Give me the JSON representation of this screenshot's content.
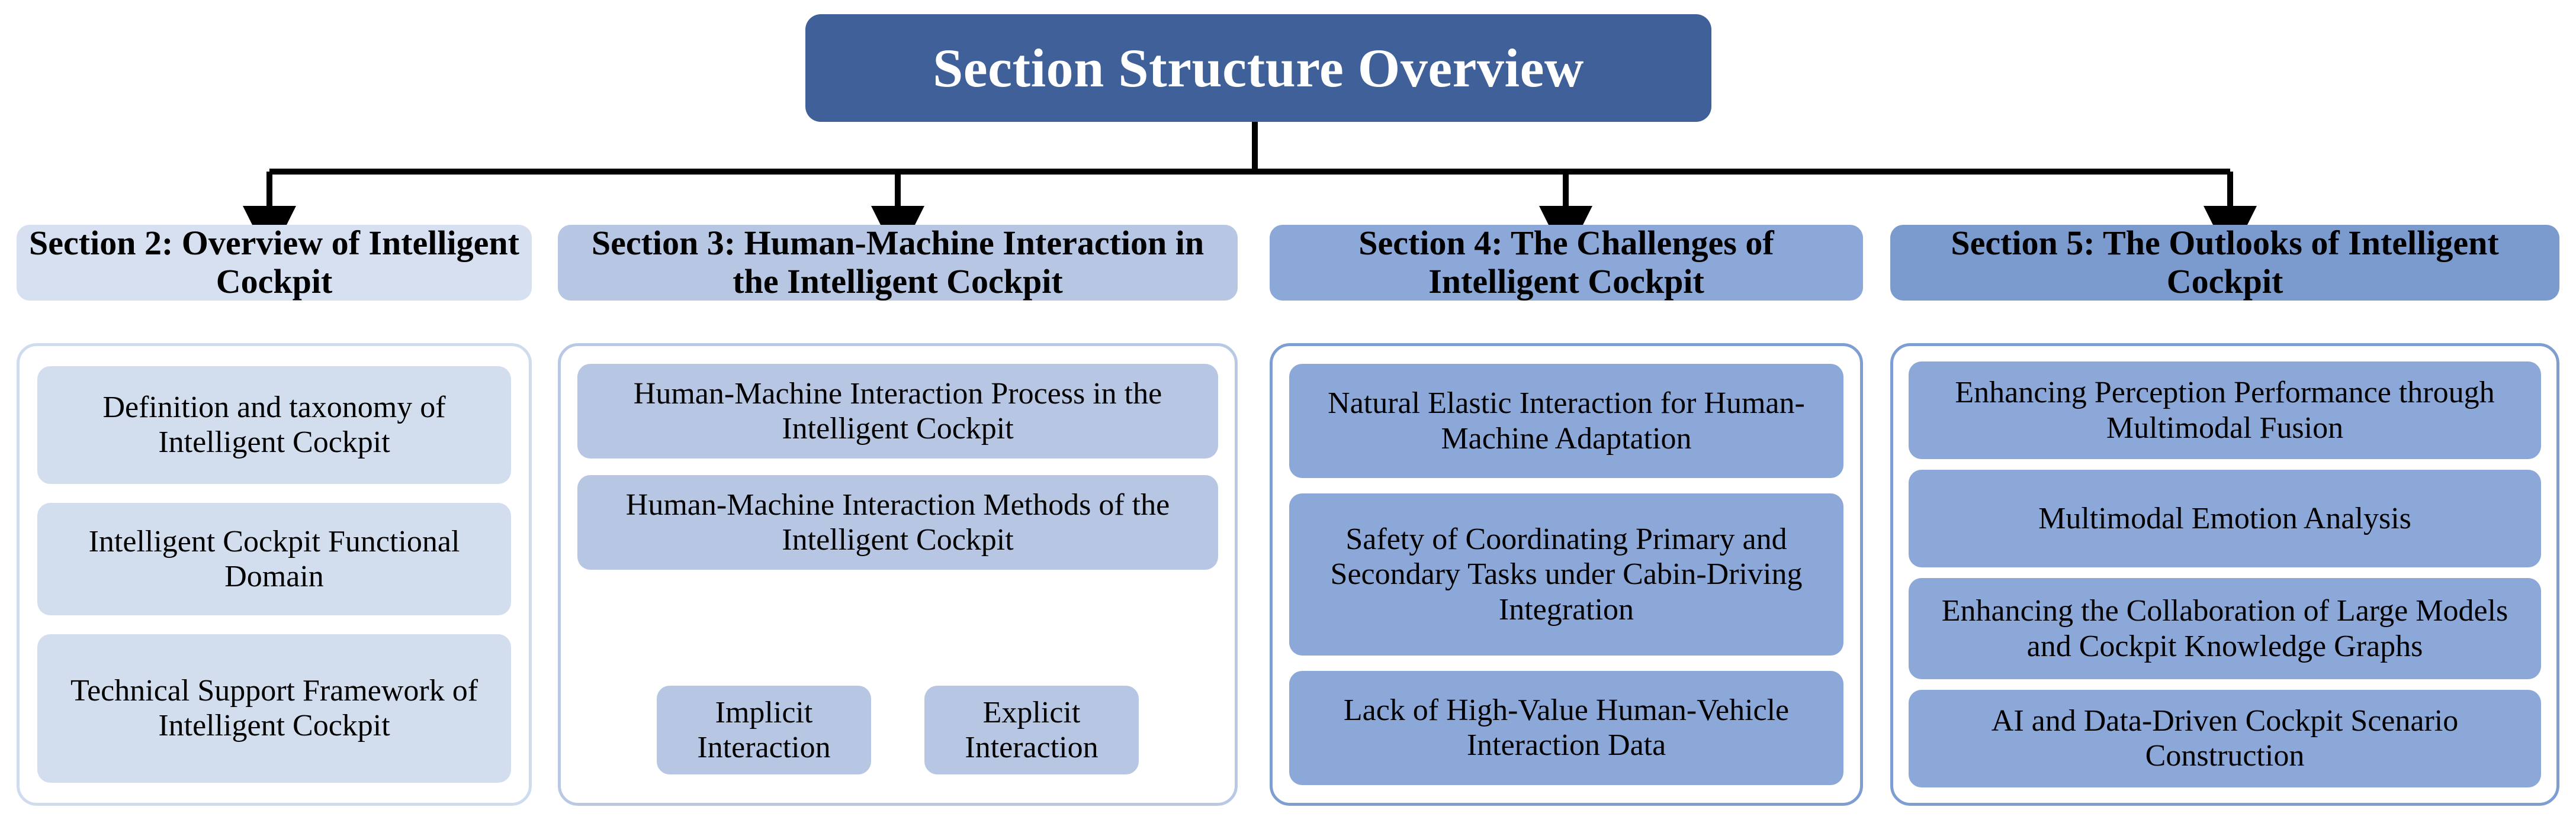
{
  "diagram": {
    "title": "Section Structure Overview",
    "title_color": "#3f6099",
    "title_text_color": "#ffffff"
  },
  "columns": [
    {
      "id": "section-2",
      "header": "Section 2: Overview of Intelligent Cockpit",
      "header_color": "#d6e0f0",
      "item_color": "#d2ddee",
      "border_color": "#cfdcee",
      "items": [
        {
          "label": "Definition and taxonomy of Intelligent Cockpit"
        },
        {
          "label": "Intelligent Cockpit Functional Domain"
        },
        {
          "label": "Technical Support Framework of Intelligent Cockpit"
        }
      ]
    },
    {
      "id": "section-3",
      "header": "Section 3: Human-Machine Interaction in the Intelligent Cockpit",
      "header_color": "#b7c7e3",
      "item_color": "#b7c7e3",
      "border_color": "#b9c9e4",
      "items": [
        {
          "label": "Human-Machine Interaction Process in the Intelligent Cockpit"
        },
        {
          "label": "Human-Machine Interaction Methods of the Intelligent Cockpit"
        }
      ],
      "leaves": [
        {
          "label": "Implicit Interaction"
        },
        {
          "label": "Explicit Interaction"
        }
      ]
    },
    {
      "id": "section-4",
      "header": "Section 4: The Challenges of Intelligent Cockpit",
      "header_color": "#8ca8d8",
      "item_color": "#8ca8d8",
      "border_color": "#7e9ed2",
      "items": [
        {
          "label": "Natural Elastic Interaction for Human-Machine Adaptation"
        },
        {
          "label": "Safety of Coordinating Primary and Secondary Tasks under Cabin-Driving Integration"
        },
        {
          "label": "Lack of High-Value Human-Vehicle Interaction Data"
        }
      ]
    },
    {
      "id": "section-5",
      "header": "Section 5: The Outlooks of Intelligent Cockpit",
      "header_color": "#7b9acd",
      "item_color": "#8ca8d8",
      "border_color": "#7e9ed2",
      "items": [
        {
          "label": "Enhancing Perception Performance through Multimodal Fusion"
        },
        {
          "label": "Multimodal Emotion Analysis"
        },
        {
          "label": "Enhancing the Collaboration of Large Models and Cockpit Knowledge Graphs"
        },
        {
          "label": "AI and Data-Driven Cockpit Scenario Construction"
        }
      ]
    }
  ],
  "connectors": {
    "line_color": "#000000"
  }
}
